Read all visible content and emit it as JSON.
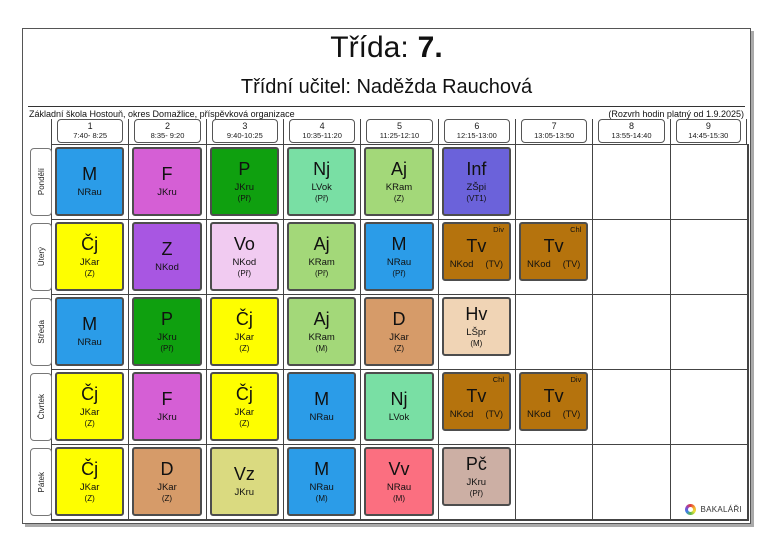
{
  "page": {
    "title_prefix": "Třída:",
    "title_class": "7.",
    "subtitle": "Třídní učitel: Naděžda Rauchová",
    "school": "Základní škola Hostouň, okres Domažlice, příspěvková organizace",
    "validity": "(Rozvrh hodin platný od 1.9.2025)"
  },
  "logo": {
    "label": "BAKALÁŘI"
  },
  "colors": {
    "blue": "#2B9CE8",
    "magenta": "#D55FD5",
    "green": "#0FA00F",
    "mint": "#79DFA4",
    "lightgreen": "#A3D879",
    "purple": "#6B62DA",
    "yellow": "#FEFE00",
    "violet": "#A856E2",
    "palepink": "#F1CBF1",
    "brown": "#B5730D",
    "tan": "#D69B69",
    "peach": "#F0D4B5",
    "khaki": "#DADA80",
    "salmon": "#FB6F80",
    "dustyrose": "#CCAFA4"
  },
  "periods": [
    {
      "num": "1",
      "time": "7:40- 8:25"
    },
    {
      "num": "2",
      "time": "8:35- 9:20"
    },
    {
      "num": "3",
      "time": "9:40-10:25"
    },
    {
      "num": "4",
      "time": "10:35-11:20"
    },
    {
      "num": "5",
      "time": "11:25-12:10"
    },
    {
      "num": "6",
      "time": "12:15-13:00"
    },
    {
      "num": "7",
      "time": "13:05-13:50"
    },
    {
      "num": "8",
      "time": "13:55-14:40"
    },
    {
      "num": "9",
      "time": "14:45-15:30"
    }
  ],
  "days": [
    {
      "label": "Pondělí",
      "lessons": [
        {
          "period": 1,
          "subject": "M",
          "teacher": "NRau",
          "room": "",
          "group": "",
          "color": "blue",
          "short": false
        },
        {
          "period": 2,
          "subject": "F",
          "teacher": "JKru",
          "room": "",
          "group": "",
          "color": "magenta",
          "short": false
        },
        {
          "period": 3,
          "subject": "P",
          "teacher": "JKru",
          "room": "(Př)",
          "group": "",
          "color": "green",
          "short": false
        },
        {
          "period": 4,
          "subject": "Nj",
          "teacher": "LVok",
          "room": "(Př)",
          "group": "",
          "color": "mint",
          "short": false
        },
        {
          "period": 5,
          "subject": "Aj",
          "teacher": "KRam",
          "room": "(Z)",
          "group": "",
          "color": "lightgreen",
          "short": false
        },
        {
          "period": 6,
          "subject": "Inf",
          "teacher": "ZŠpi",
          "room": "(VT1)",
          "group": "",
          "color": "purple",
          "short": false
        }
      ]
    },
    {
      "label": "Úterý",
      "lessons": [
        {
          "period": 1,
          "subject": "Čj",
          "teacher": "JKar",
          "room": "(Z)",
          "group": "",
          "color": "yellow",
          "short": false
        },
        {
          "period": 2,
          "subject": "Z",
          "teacher": "NKod",
          "room": "",
          "group": "",
          "color": "violet",
          "short": false
        },
        {
          "period": 3,
          "subject": "Vo",
          "teacher": "NKod",
          "room": "(Př)",
          "group": "",
          "color": "palepink",
          "short": false
        },
        {
          "period": 4,
          "subject": "Aj",
          "teacher": "KRam",
          "room": "(Př)",
          "group": "",
          "color": "lightgreen",
          "short": false
        },
        {
          "period": 5,
          "subject": "M",
          "teacher": "NRau",
          "room": "(Př)",
          "group": "",
          "color": "blue",
          "short": false
        },
        {
          "period": 6,
          "subject": "Tv",
          "teacher": "NKod",
          "room": "(TV)",
          "group": "Div",
          "color": "brown",
          "short": true,
          "inline_room": true
        },
        {
          "period": 7,
          "subject": "Tv",
          "teacher": "NKod",
          "room": "(TV)",
          "group": "Chl",
          "color": "brown",
          "short": true,
          "inline_room": true
        }
      ]
    },
    {
      "label": "Středa",
      "lessons": [
        {
          "period": 1,
          "subject": "M",
          "teacher": "NRau",
          "room": "",
          "group": "",
          "color": "blue",
          "short": false
        },
        {
          "period": 2,
          "subject": "P",
          "teacher": "JKru",
          "room": "(Př)",
          "group": "",
          "color": "green",
          "short": false
        },
        {
          "period": 3,
          "subject": "Čj",
          "teacher": "JKar",
          "room": "(Z)",
          "group": "",
          "color": "yellow",
          "short": false
        },
        {
          "period": 4,
          "subject": "Aj",
          "teacher": "KRam",
          "room": "(M)",
          "group": "",
          "color": "lightgreen",
          "short": false
        },
        {
          "period": 5,
          "subject": "D",
          "teacher": "JKar",
          "room": "(Z)",
          "group": "",
          "color": "tan",
          "short": false
        },
        {
          "period": 6,
          "subject": "Hv",
          "teacher": "LŠpr",
          "room": "(M)",
          "group": "",
          "color": "peach",
          "short": true
        }
      ]
    },
    {
      "label": "Čtvrtek",
      "lessons": [
        {
          "period": 1,
          "subject": "Čj",
          "teacher": "JKar",
          "room": "(Z)",
          "group": "",
          "color": "yellow",
          "short": false
        },
        {
          "period": 2,
          "subject": "F",
          "teacher": "JKru",
          "room": "",
          "group": "",
          "color": "magenta",
          "short": false
        },
        {
          "period": 3,
          "subject": "Čj",
          "teacher": "JKar",
          "room": "(Z)",
          "group": "",
          "color": "yellow",
          "short": false
        },
        {
          "period": 4,
          "subject": "M",
          "teacher": "NRau",
          "room": "",
          "group": "",
          "color": "blue",
          "short": false
        },
        {
          "period": 5,
          "subject": "Nj",
          "teacher": "LVok",
          "room": "",
          "group": "",
          "color": "mint",
          "short": false
        },
        {
          "period": 6,
          "subject": "Tv",
          "teacher": "NKod",
          "room": "(TV)",
          "group": "Chl",
          "color": "brown",
          "short": true,
          "inline_room": true
        },
        {
          "period": 7,
          "subject": "Tv",
          "teacher": "NKod",
          "room": "(TV)",
          "group": "Div",
          "color": "brown",
          "short": true,
          "inline_room": true
        }
      ]
    },
    {
      "label": "Pátek",
      "lessons": [
        {
          "period": 1,
          "subject": "Čj",
          "teacher": "JKar",
          "room": "(Z)",
          "group": "",
          "color": "yellow",
          "short": false
        },
        {
          "period": 2,
          "subject": "D",
          "teacher": "JKar",
          "room": "(Z)",
          "group": "",
          "color": "tan",
          "short": false
        },
        {
          "period": 3,
          "subject": "Vz",
          "teacher": "JKru",
          "room": "",
          "group": "",
          "color": "khaki",
          "short": false
        },
        {
          "period": 4,
          "subject": "M",
          "teacher": "NRau",
          "room": "(M)",
          "group": "",
          "color": "blue",
          "short": false
        },
        {
          "period": 5,
          "subject": "Vv",
          "teacher": "NRau",
          "room": "(M)",
          "group": "",
          "color": "salmon",
          "short": false
        },
        {
          "period": 6,
          "subject": "Pč",
          "teacher": "JKru",
          "room": "(Př)",
          "group": "",
          "color": "dustyrose",
          "short": true
        }
      ]
    }
  ]
}
